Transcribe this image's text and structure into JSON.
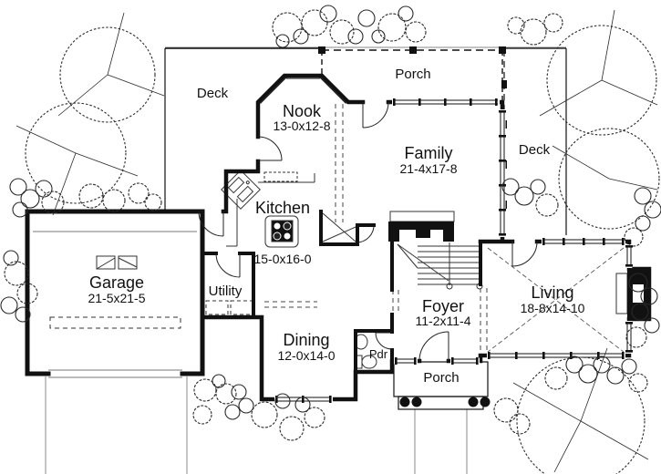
{
  "plan": {
    "title": "house-floor-plan",
    "rooms": {
      "garage": {
        "label": "Garage",
        "dims": "21-5x21-5"
      },
      "kitchen": {
        "label": "Kitchen",
        "dims": "15-0x16-0"
      },
      "nook": {
        "label": "Nook",
        "dims": "13-0x12-8"
      },
      "family": {
        "label": "Family",
        "dims": "21-4x17-8"
      },
      "living": {
        "label": "Living",
        "dims": "18-8x14-10"
      },
      "foyer": {
        "label": "Foyer",
        "dims": "11-2x11-4"
      },
      "dining": {
        "label": "Dining",
        "dims": "12-0x14-0"
      },
      "utility": {
        "label": "Utility"
      },
      "powder": {
        "label": "Pdr"
      }
    },
    "outdoor": {
      "deck_left": {
        "label": "Deck"
      },
      "deck_right": {
        "label": "Deck"
      },
      "porch_rear": {
        "label": "Porch"
      },
      "porch_front": {
        "label": "Porch"
      }
    },
    "colors": {
      "ink": "#111111",
      "site_line": "#888888",
      "paper": "#ffffff"
    }
  }
}
